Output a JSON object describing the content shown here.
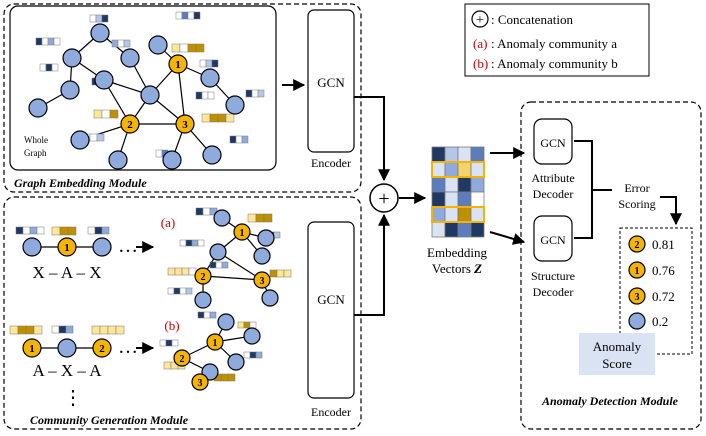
{
  "legend": {
    "concat_symbol": "+",
    "concat_label": ": Concatenation",
    "item_a_key": "(a)",
    "item_a_label": ": Anomaly community a",
    "item_b_key": "(b)",
    "item_b_label": ": Anomaly community b"
  },
  "graph_embedding": {
    "title": "Graph Embedding Module",
    "whole_graph_line1": "Whole",
    "whole_graph_line2": "Graph",
    "node_labels": [
      "1",
      "2",
      "3"
    ],
    "encoder_gcn": "GCN",
    "encoder_label": "Encoder"
  },
  "community_generation": {
    "title": "Community Generation Module",
    "pattern_a": "X – A – X",
    "pattern_b": "A – X – A",
    "ellipsis": "…",
    "vertical_ellipsis": "⋮",
    "tag_a": "(a)",
    "tag_b": "(b)",
    "encoder_gcn": "GCN",
    "encoder_label": "Encoder"
  },
  "concat_op": "+",
  "embedding": {
    "line1": "Embedding",
    "line2": "Vectors",
    "symbol": "Z"
  },
  "anomaly_detection": {
    "title": "Anomaly Detection Module",
    "attribute_gcn": "GCN",
    "attribute_line1": "Attribute",
    "attribute_line2": "Decoder",
    "structure_gcn": "GCN",
    "structure_line1": "Structure",
    "structure_line2": "Decoder",
    "error_line1": "Error",
    "error_line2": "Scoring",
    "scores": [
      {
        "badge": "2",
        "value": "0.81"
      },
      {
        "badge": "1",
        "value": "0.76"
      },
      {
        "badge": "3",
        "value": "0.72"
      },
      {
        "badge": "",
        "value": "0.2"
      }
    ],
    "score_box_line1": "Anomaly",
    "score_box_line2": "Score"
  },
  "colors": {
    "node_blue": "#8faadc",
    "node_yellow": "#f4b400",
    "dark_navy": "#1f3864",
    "mid_blue": "#5b7dbe",
    "light_blue": "#b4c7e7",
    "gold": "#bf9000",
    "pale_yellow": "#ffe699",
    "score_box": "#dae3f3"
  }
}
